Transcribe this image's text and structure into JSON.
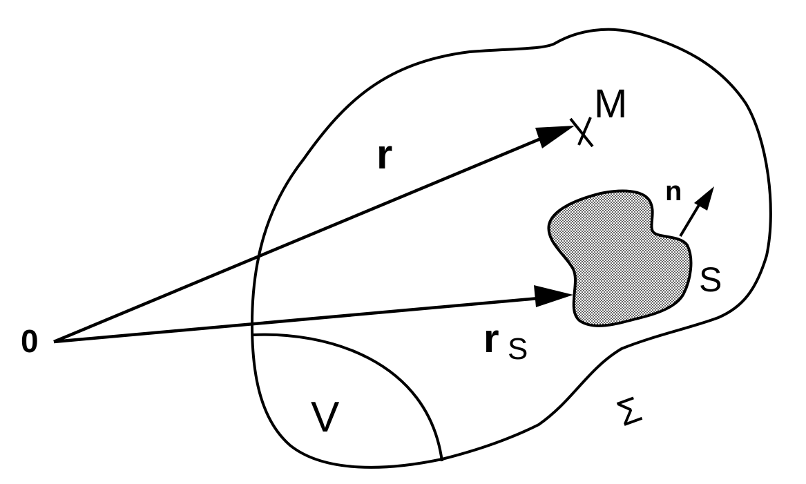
{
  "labels": {
    "origin": "0",
    "r": "r",
    "M": "M",
    "n": "n",
    "S": "S",
    "rs_main": "r",
    "rs_sub": "S",
    "V": "V",
    "sigma": "Σ"
  },
  "colors": {
    "ink": "#000000",
    "background": "#ffffff",
    "scatterer_fill": "#c8c8c8"
  }
}
